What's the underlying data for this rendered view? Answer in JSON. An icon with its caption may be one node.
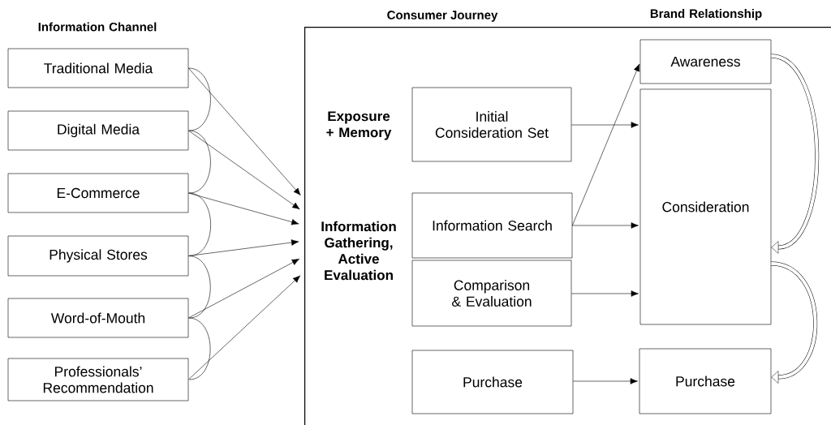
{
  "diagram": {
    "nodes": [
      {
        "text": [
          "Traditional Media"
        ]
      },
      {
        "text": [
          "Digital Media"
        ]
      },
      {
        "text": [
          "E-Commerce"
        ]
      },
      {
        "text": [
          "Physical Stores"
        ]
      },
      {
        "text": [
          "Word-of-Mouth"
        ]
      },
      {
        "text": [
          "Professionals’ Recommendation"
        ]
      },
      {
        "text": [
          "Consumer Journey"
        ]
      },
      {
        "text": [
          "Initial Consideration Set"
        ],
        "in": 6
      },
      {
        "text": [
          "Information Search"
        ],
        "in": 6
      },
      {
        "text": [
          "Comparison & Evaluation"
        ],
        "in": 6
      },
      {
        "text": [
          "Purchase"
        ],
        "in": 6
      },
      {
        "text": [
          "Awareness"
        ],
        "in": 6
      },
      {
        "text": [
          "Consideration"
        ],
        "in": 6
      },
      {
        "text": [
          "Purchase"
        ],
        "in": 6
      }
    ],
    "edges": [
      {
        "from": 0,
        "to": 6,
        "arrow": "to"
      },
      {
        "from": 1,
        "to": 6,
        "arrow": "to"
      },
      {
        "from": 2,
        "to": 6,
        "arrow": "to"
      },
      {
        "from": 3,
        "to": 6,
        "arrow": "to"
      },
      {
        "from": 4,
        "to": 6,
        "arrow": "to"
      },
      {
        "from": 5,
        "to": 6,
        "arrow": "to"
      },
      {
        "from": 0,
        "to": 1,
        "arrow": "none"
      },
      {
        "from": 1,
        "to": 2,
        "arrow": "none"
      },
      {
        "from": 2,
        "to": 3,
        "arrow": "none"
      },
      {
        "from": 3,
        "to": 4,
        "arrow": "none"
      },
      {
        "from": 4,
        "to": 5,
        "arrow": "none"
      },
      {
        "from": 7,
        "to": 12,
        "arrow": "to"
      },
      {
        "from": 8,
        "to": 11,
        "arrow": "to"
      },
      {
        "from": 8,
        "to": 12,
        "arrow": "to"
      },
      {
        "from": 9,
        "to": 12,
        "arrow": "to"
      },
      {
        "from": 10,
        "to": 13,
        "arrow": "to"
      },
      {
        "from": 11,
        "to": 12,
        "arrow": "to",
        "style": "thick"
      },
      {
        "from": 12,
        "to": 13,
        "arrow": "to",
        "style": "thick"
      }
    ],
    "labels": [
      "Information Channel",
      "Brand Relationship",
      "Exposure + Memory",
      "Information Gathering, Active Evaluation"
    ]
  }
}
